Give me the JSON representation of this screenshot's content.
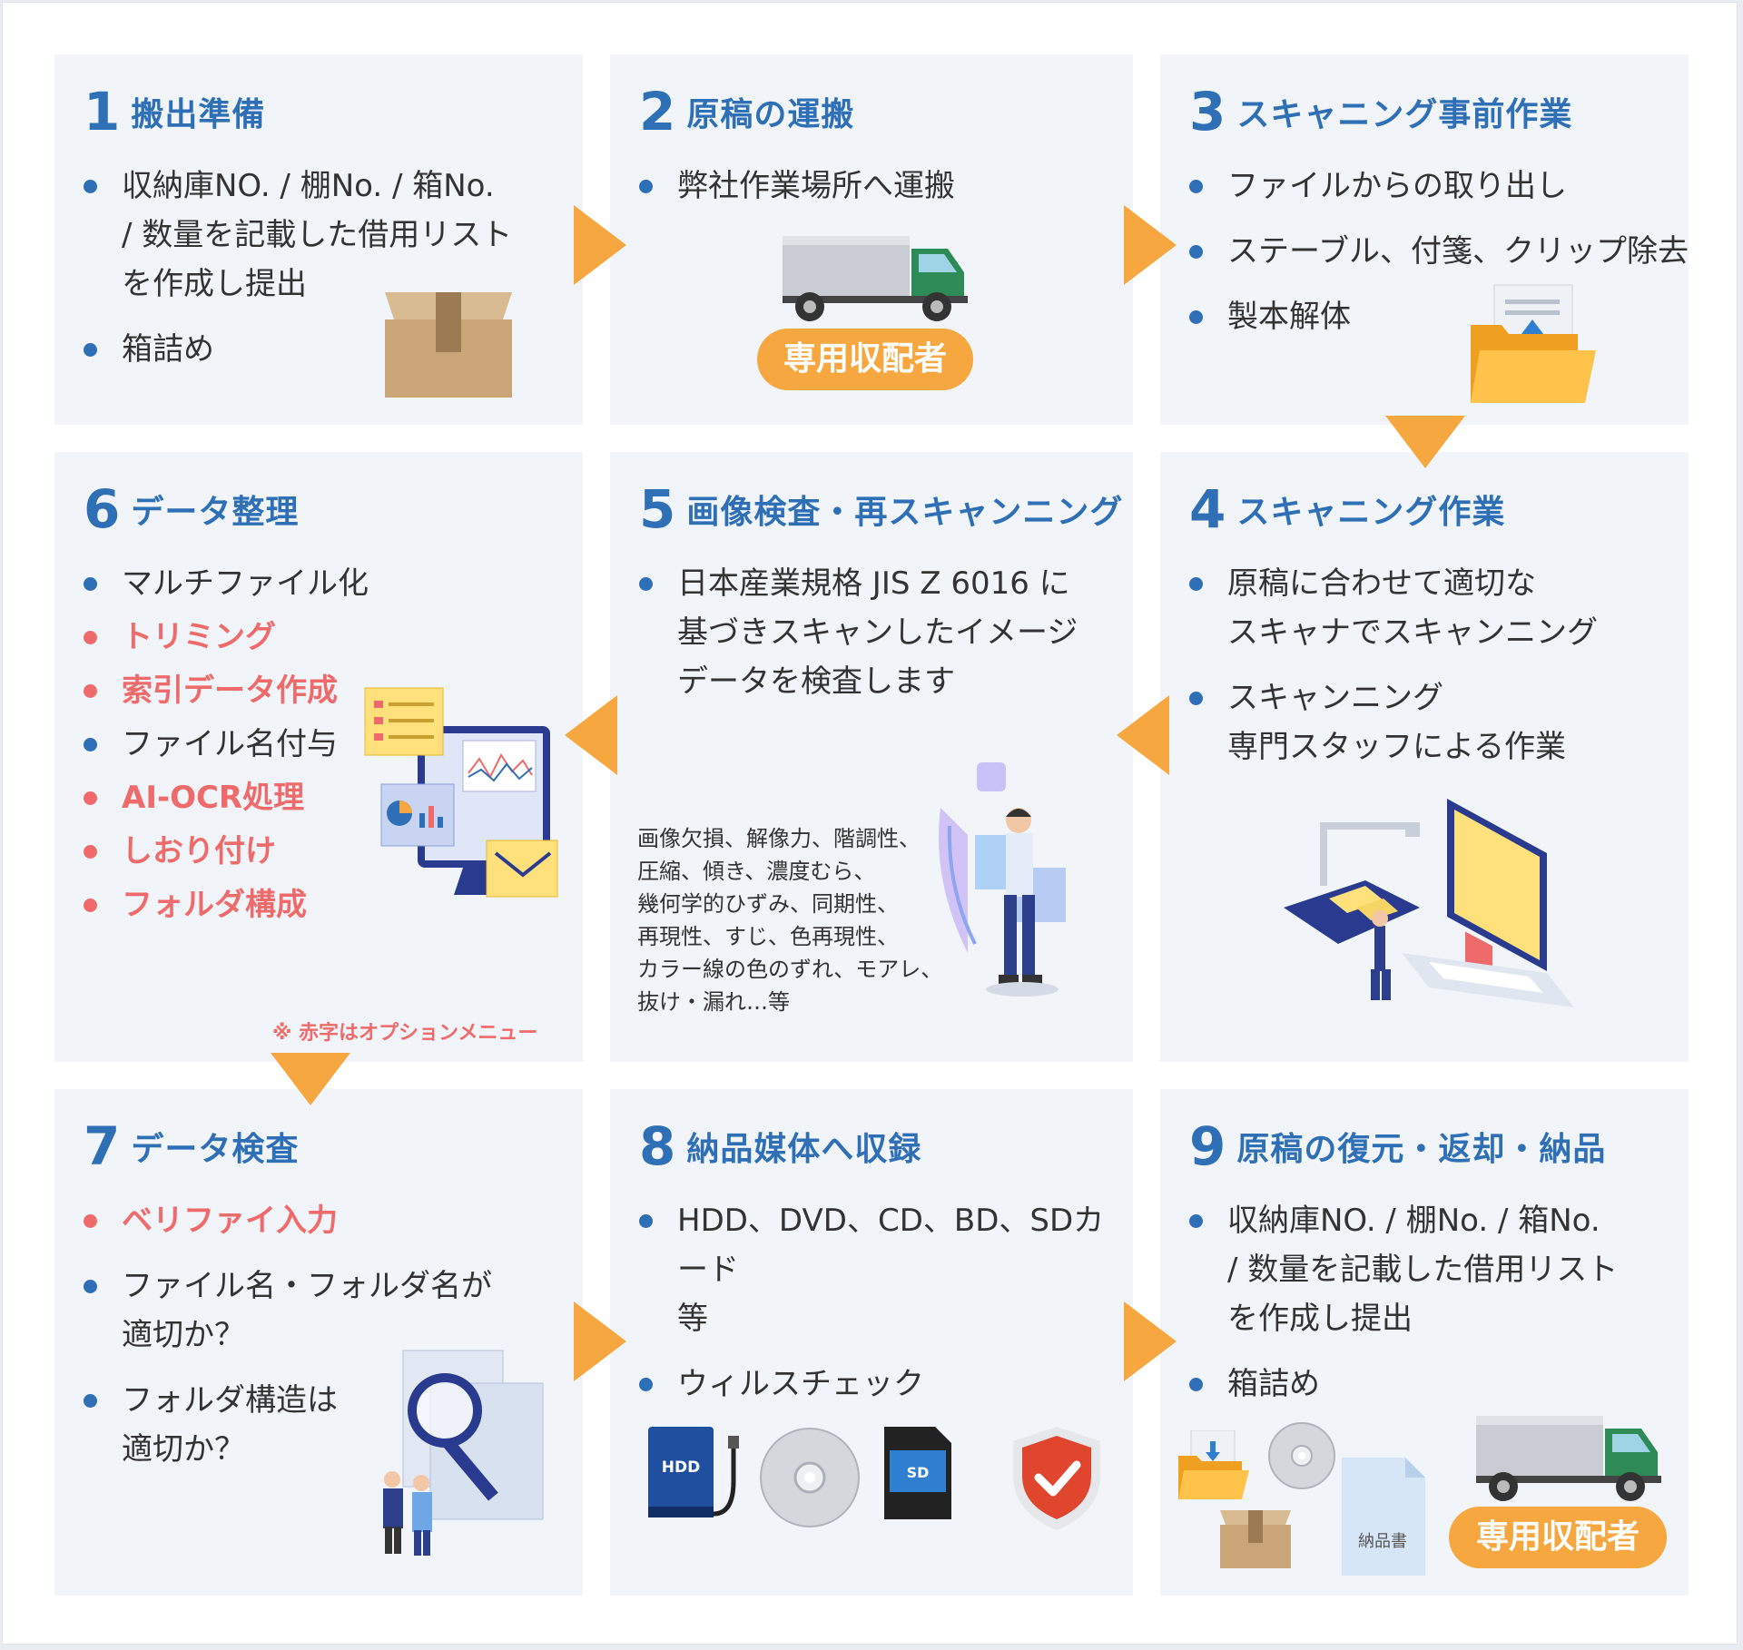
{
  "colors": {
    "accent": "#2f6fb5",
    "option": "#ef6b6b",
    "arrow": "#f7a740",
    "card": "#f1f5fa"
  },
  "steps": [
    {
      "num": "1",
      "title": "搬出準備",
      "items": [
        {
          "text": "収納庫NO. / 棚No. / 箱No.\n/ 数量を記載した借用リスト\nを作成し提出",
          "option": false
        },
        {
          "text": "箱詰め",
          "option": false
        }
      ]
    },
    {
      "num": "2",
      "title": "原稿の運搬",
      "items": [
        {
          "text": "弊社作業場所へ運搬",
          "option": false
        }
      ],
      "badge": "専用収配者"
    },
    {
      "num": "3",
      "title": "スキャニング事前作業",
      "items": [
        {
          "text": "ファイルからの取り出し",
          "option": false
        },
        {
          "text": "ステーブル、付箋、クリップ除去",
          "option": false
        },
        {
          "text": "製本解体",
          "option": false
        }
      ]
    },
    {
      "num": "4",
      "title": "スキャニング作業",
      "items": [
        {
          "text": "原稿に合わせて適切な\nスキャナでスキャンニング",
          "option": false
        },
        {
          "text": "スキャンニング\n専門スタッフによる作業",
          "option": false
        }
      ]
    },
    {
      "num": "5",
      "title": "画像検査・再スキャンニング",
      "items": [
        {
          "text": "日本産業規格 JIS Z 6016 に\n基づきスキャンしたイメージ\nデータを検査します",
          "option": false
        }
      ],
      "note": "画像欠損、解像力、階調性、\n圧縮、傾き、濃度むら、\n幾何学的ひずみ、同期性、\n再現性、すじ、色再現性、\nカラー線の色のずれ、モアレ、\n抜け・漏れ…等"
    },
    {
      "num": "6",
      "title": "データ整理",
      "items": [
        {
          "text": "マルチファイル化",
          "option": false
        },
        {
          "text": "トリミング",
          "option": true
        },
        {
          "text": "索引データ作成",
          "option": true
        },
        {
          "text": "ファイル名付与",
          "option": false
        },
        {
          "text": "AI-OCR処理",
          "option": true
        },
        {
          "text": "しおり付け",
          "option": true
        },
        {
          "text": "フォルダ構成",
          "option": true
        }
      ],
      "option_note": "※ 赤字はオプションメニュー"
    },
    {
      "num": "7",
      "title": "データ検査",
      "items": [
        {
          "text": "ベリファイ入力",
          "option": true
        },
        {
          "text": "ファイル名・フォルダ名が\n適切か？",
          "option": false
        },
        {
          "text": "フォルダ構造は\n適切か？",
          "option": false
        }
      ]
    },
    {
      "num": "8",
      "title": "納品媒体へ収録",
      "items": [
        {
          "text": "HDD、DVD、CD、BD、SDカード\n等",
          "option": false
        },
        {
          "text": "ウィルスチェック",
          "option": false
        }
      ],
      "media_labels": {
        "hdd": "HDD",
        "sd": "SD"
      }
    },
    {
      "num": "9",
      "title": "原稿の復元・返却・納品",
      "items": [
        {
          "text": "収納庫NO. / 棚No. / 箱No.\n/ 数量を記載した借用リスト\nを作成し提出",
          "option": false
        },
        {
          "text": "箱詰め",
          "option": false
        }
      ],
      "badge": "専用収配者",
      "doc_label": "納品書"
    }
  ]
}
